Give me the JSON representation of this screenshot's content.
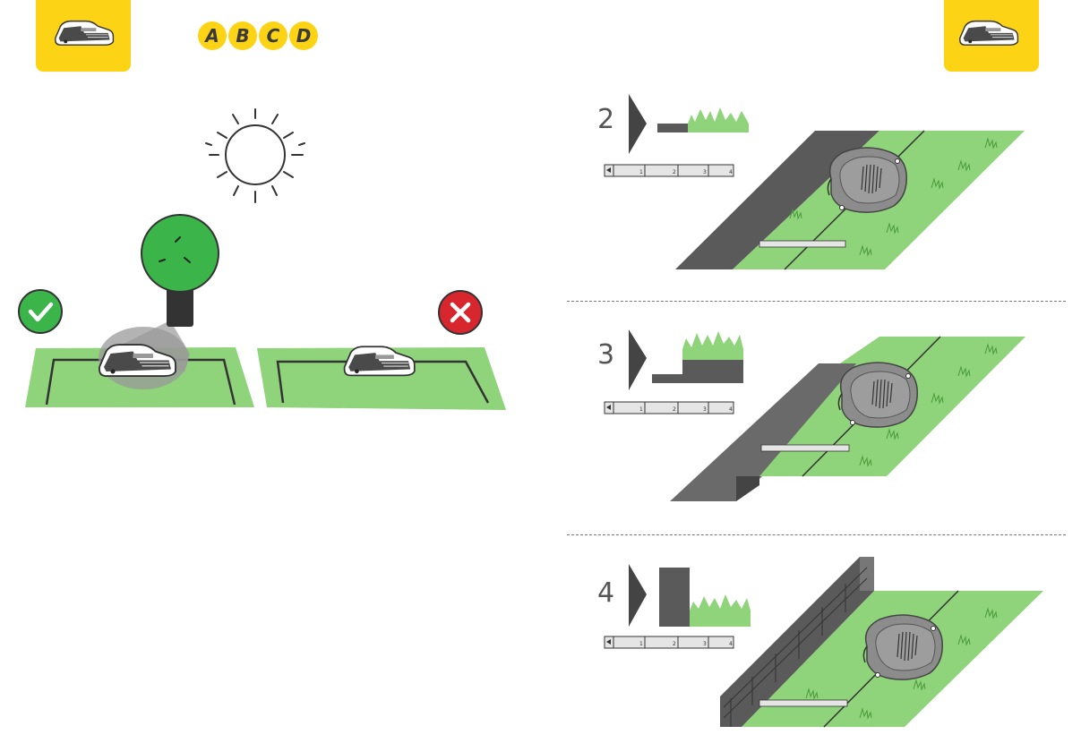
{
  "header": {
    "models": [
      "A",
      "B",
      "C",
      "D"
    ]
  },
  "steps": [
    {
      "number": "2",
      "ruler_marks": [
        "1",
        "2",
        "3",
        "4"
      ]
    },
    {
      "number": "3",
      "ruler_marks": [
        "1",
        "2",
        "3",
        "4"
      ]
    },
    {
      "number": "4",
      "ruler_marks": [
        "1",
        "2",
        "3",
        "4"
      ]
    }
  ],
  "icons": {
    "check": "check-icon",
    "cross": "cross-icon",
    "sun": "sun-icon",
    "mower": "robot-mower-icon"
  },
  "colors": {
    "yellow": "#fdd315",
    "grass": "#8fd47b",
    "ok": "#3bb54a",
    "bad": "#d7262e",
    "path": "#5a5a5a"
  }
}
